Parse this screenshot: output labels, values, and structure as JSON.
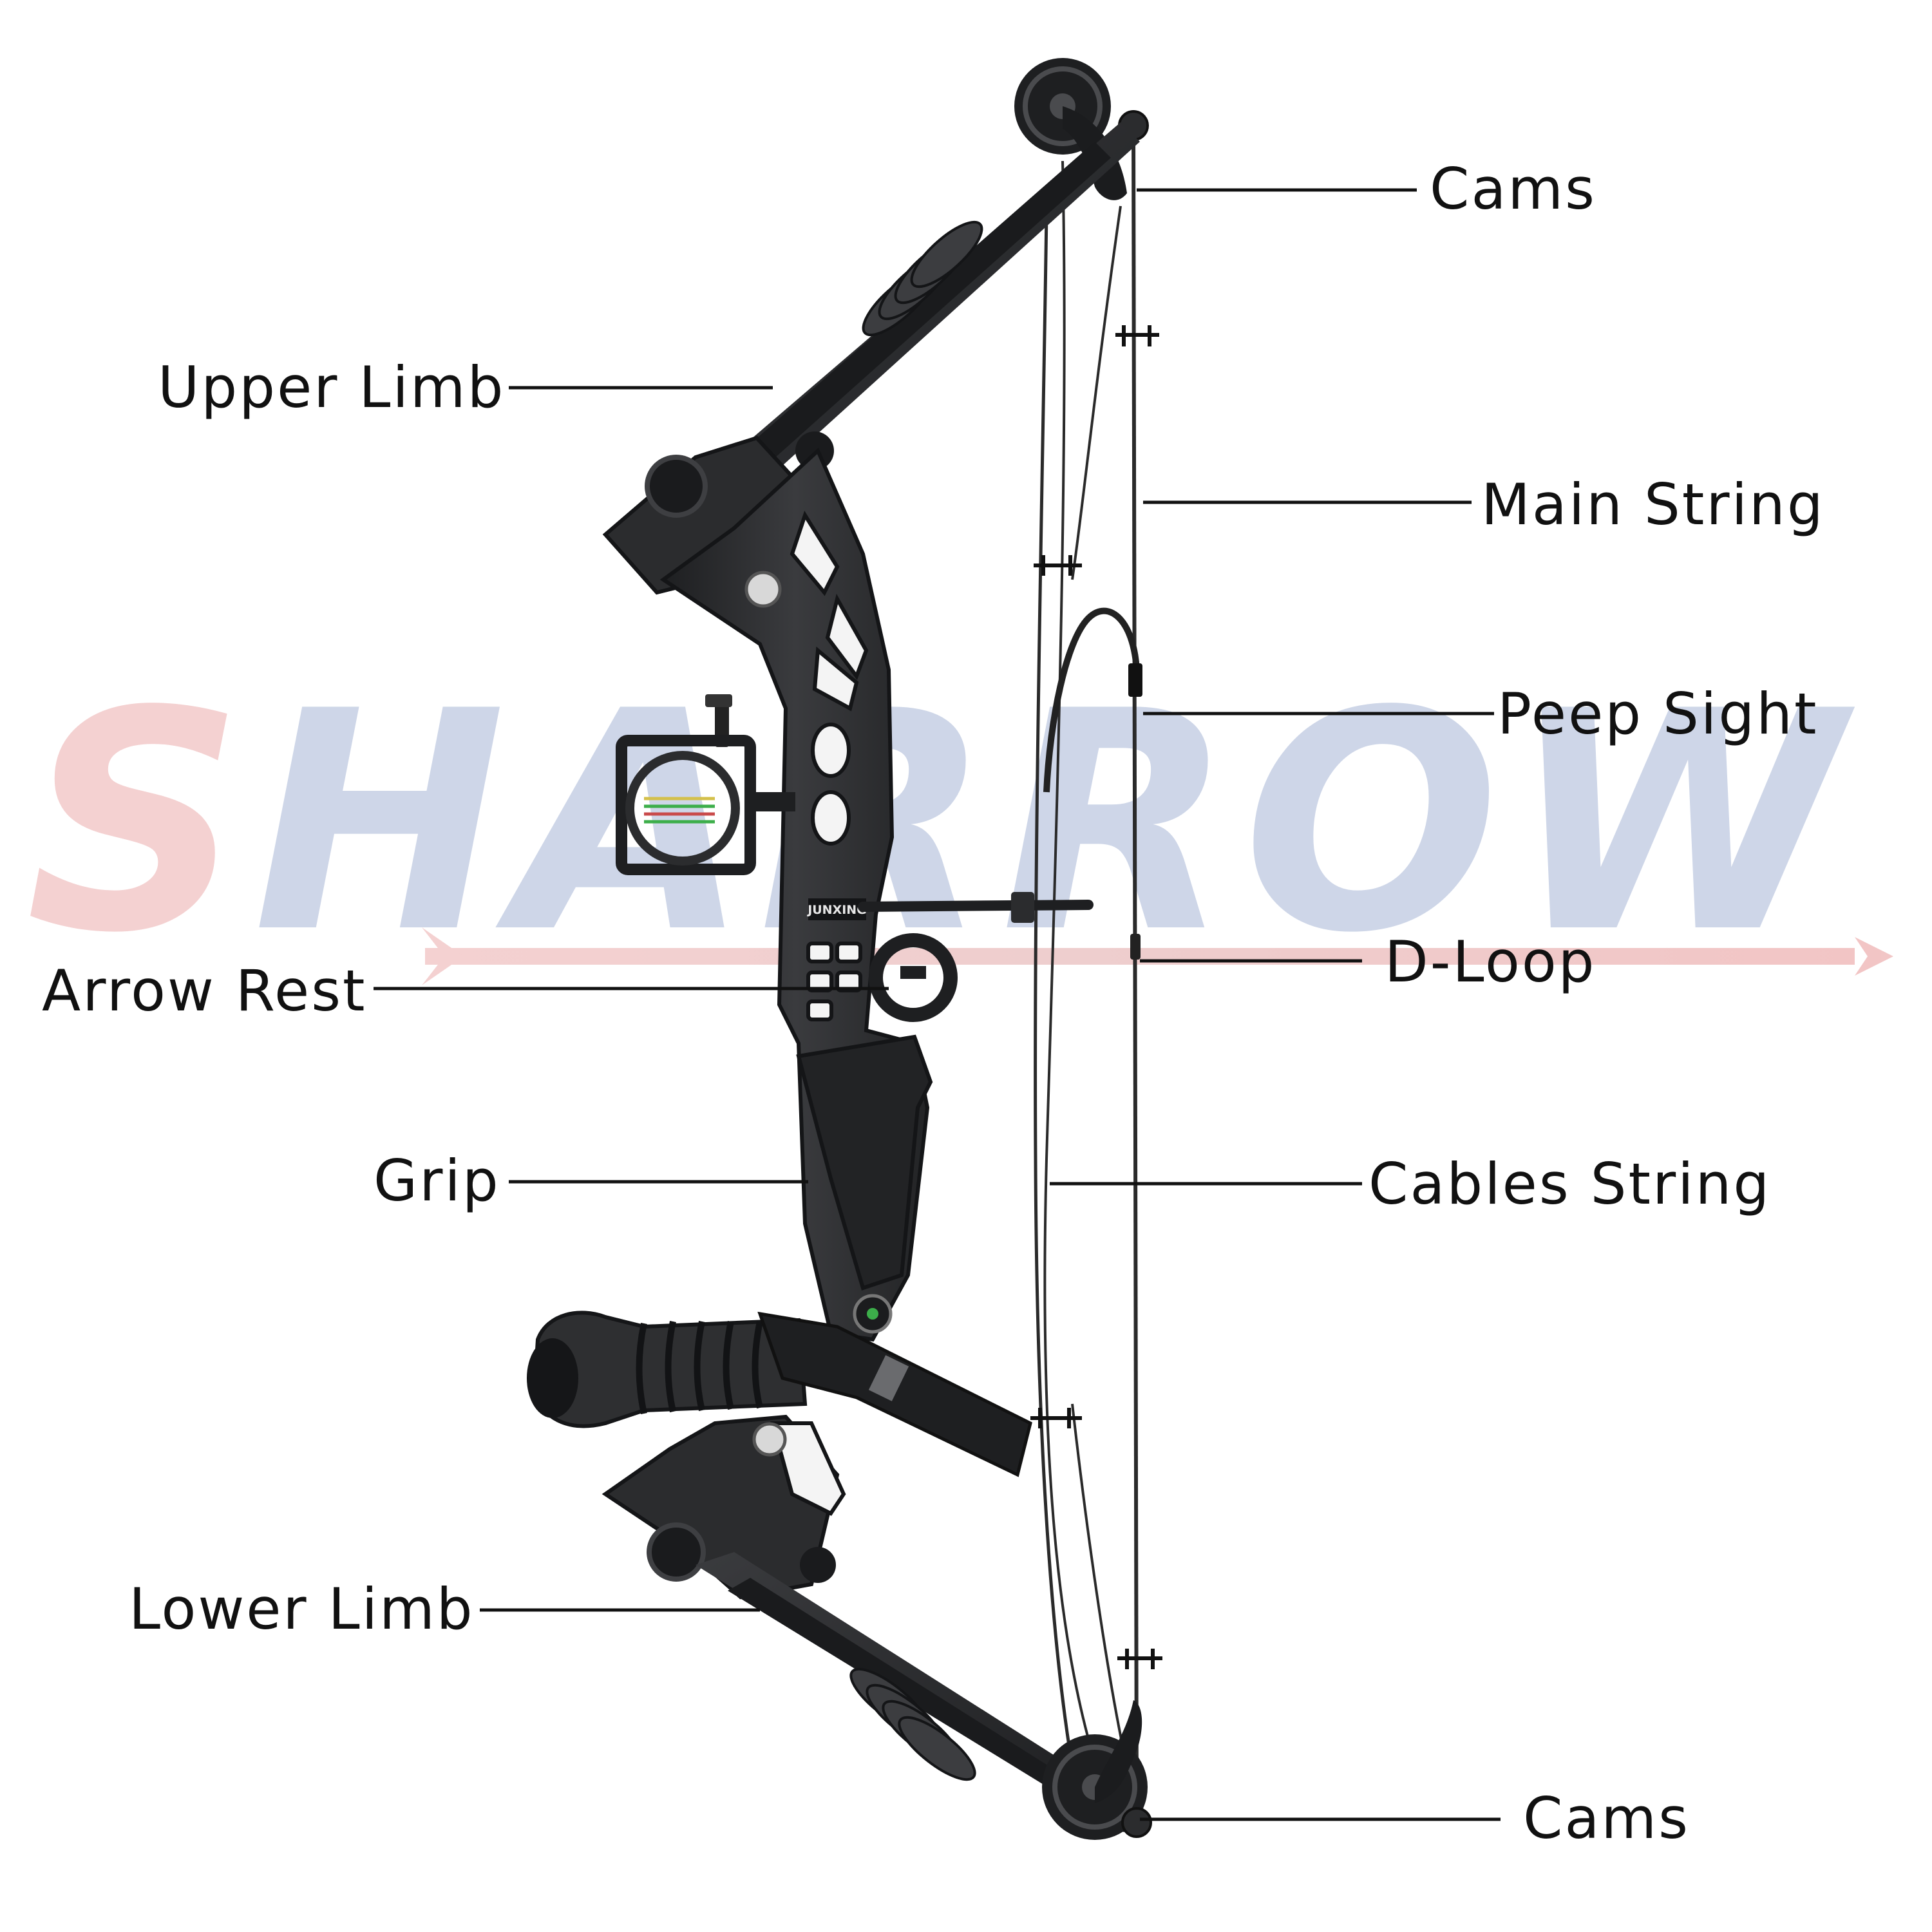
{
  "watermark": {
    "text": "SHARROW"
  },
  "brand_plate": {
    "text": "JUNXING"
  },
  "colors": {
    "bow_body": "#2b2c2e",
    "bow_dark": "#18191b",
    "bow_highlight": "#4a4b4e",
    "string": "#2a2a2a",
    "watermark_red": "#f3c9c9",
    "watermark_blue": "#c6d0e4",
    "label_text": "#111111"
  },
  "labels": {
    "cams_top": "Cams",
    "upper_limb": "Upper Limb",
    "main_string": "Main String",
    "peep_sight": "Peep Sight",
    "arrow_rest": "Arrow Rest",
    "d_loop": "D-Loop",
    "grip": "Grip",
    "cables_string": "Cables String",
    "lower_limb": "Lower Limb",
    "cams_bottom": "Cams"
  }
}
